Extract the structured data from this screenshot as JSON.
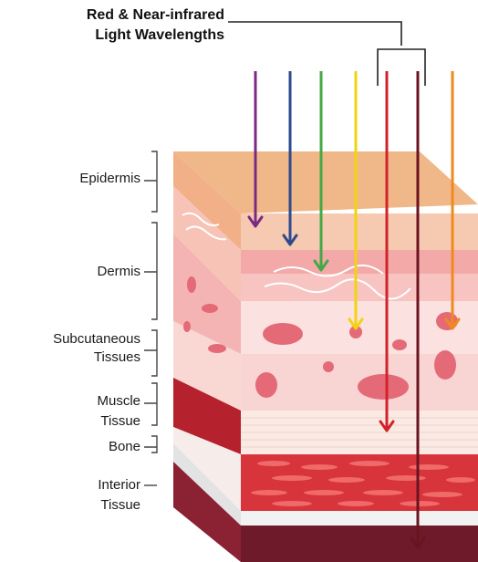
{
  "title": {
    "line1": "Red & Near-infrared",
    "line2": "Light Wavelengths"
  },
  "layers": {
    "epidermis": "Epidermis",
    "dermis": "Dermis",
    "subcutaneous_1": "Subcutaneous",
    "subcutaneous_2": "Tissues",
    "muscle_1": "Muscle",
    "muscle_2": "Tissue",
    "bone": "Bone",
    "interior_1": "Interior",
    "interior_2": "Tissue"
  },
  "light_rays": [
    {
      "name": "violet-ray",
      "color": "#7b2a82"
    },
    {
      "name": "blue-ray",
      "color": "#2e4a8c"
    },
    {
      "name": "green-ray",
      "color": "#45a847"
    },
    {
      "name": "yellow-ray",
      "color": "#f2d40c"
    },
    {
      "name": "red-ray",
      "color": "#d2232a"
    },
    {
      "name": "dark-red-ray",
      "color": "#6b1420"
    },
    {
      "name": "orange-ray",
      "color": "#ef8a1e"
    }
  ]
}
